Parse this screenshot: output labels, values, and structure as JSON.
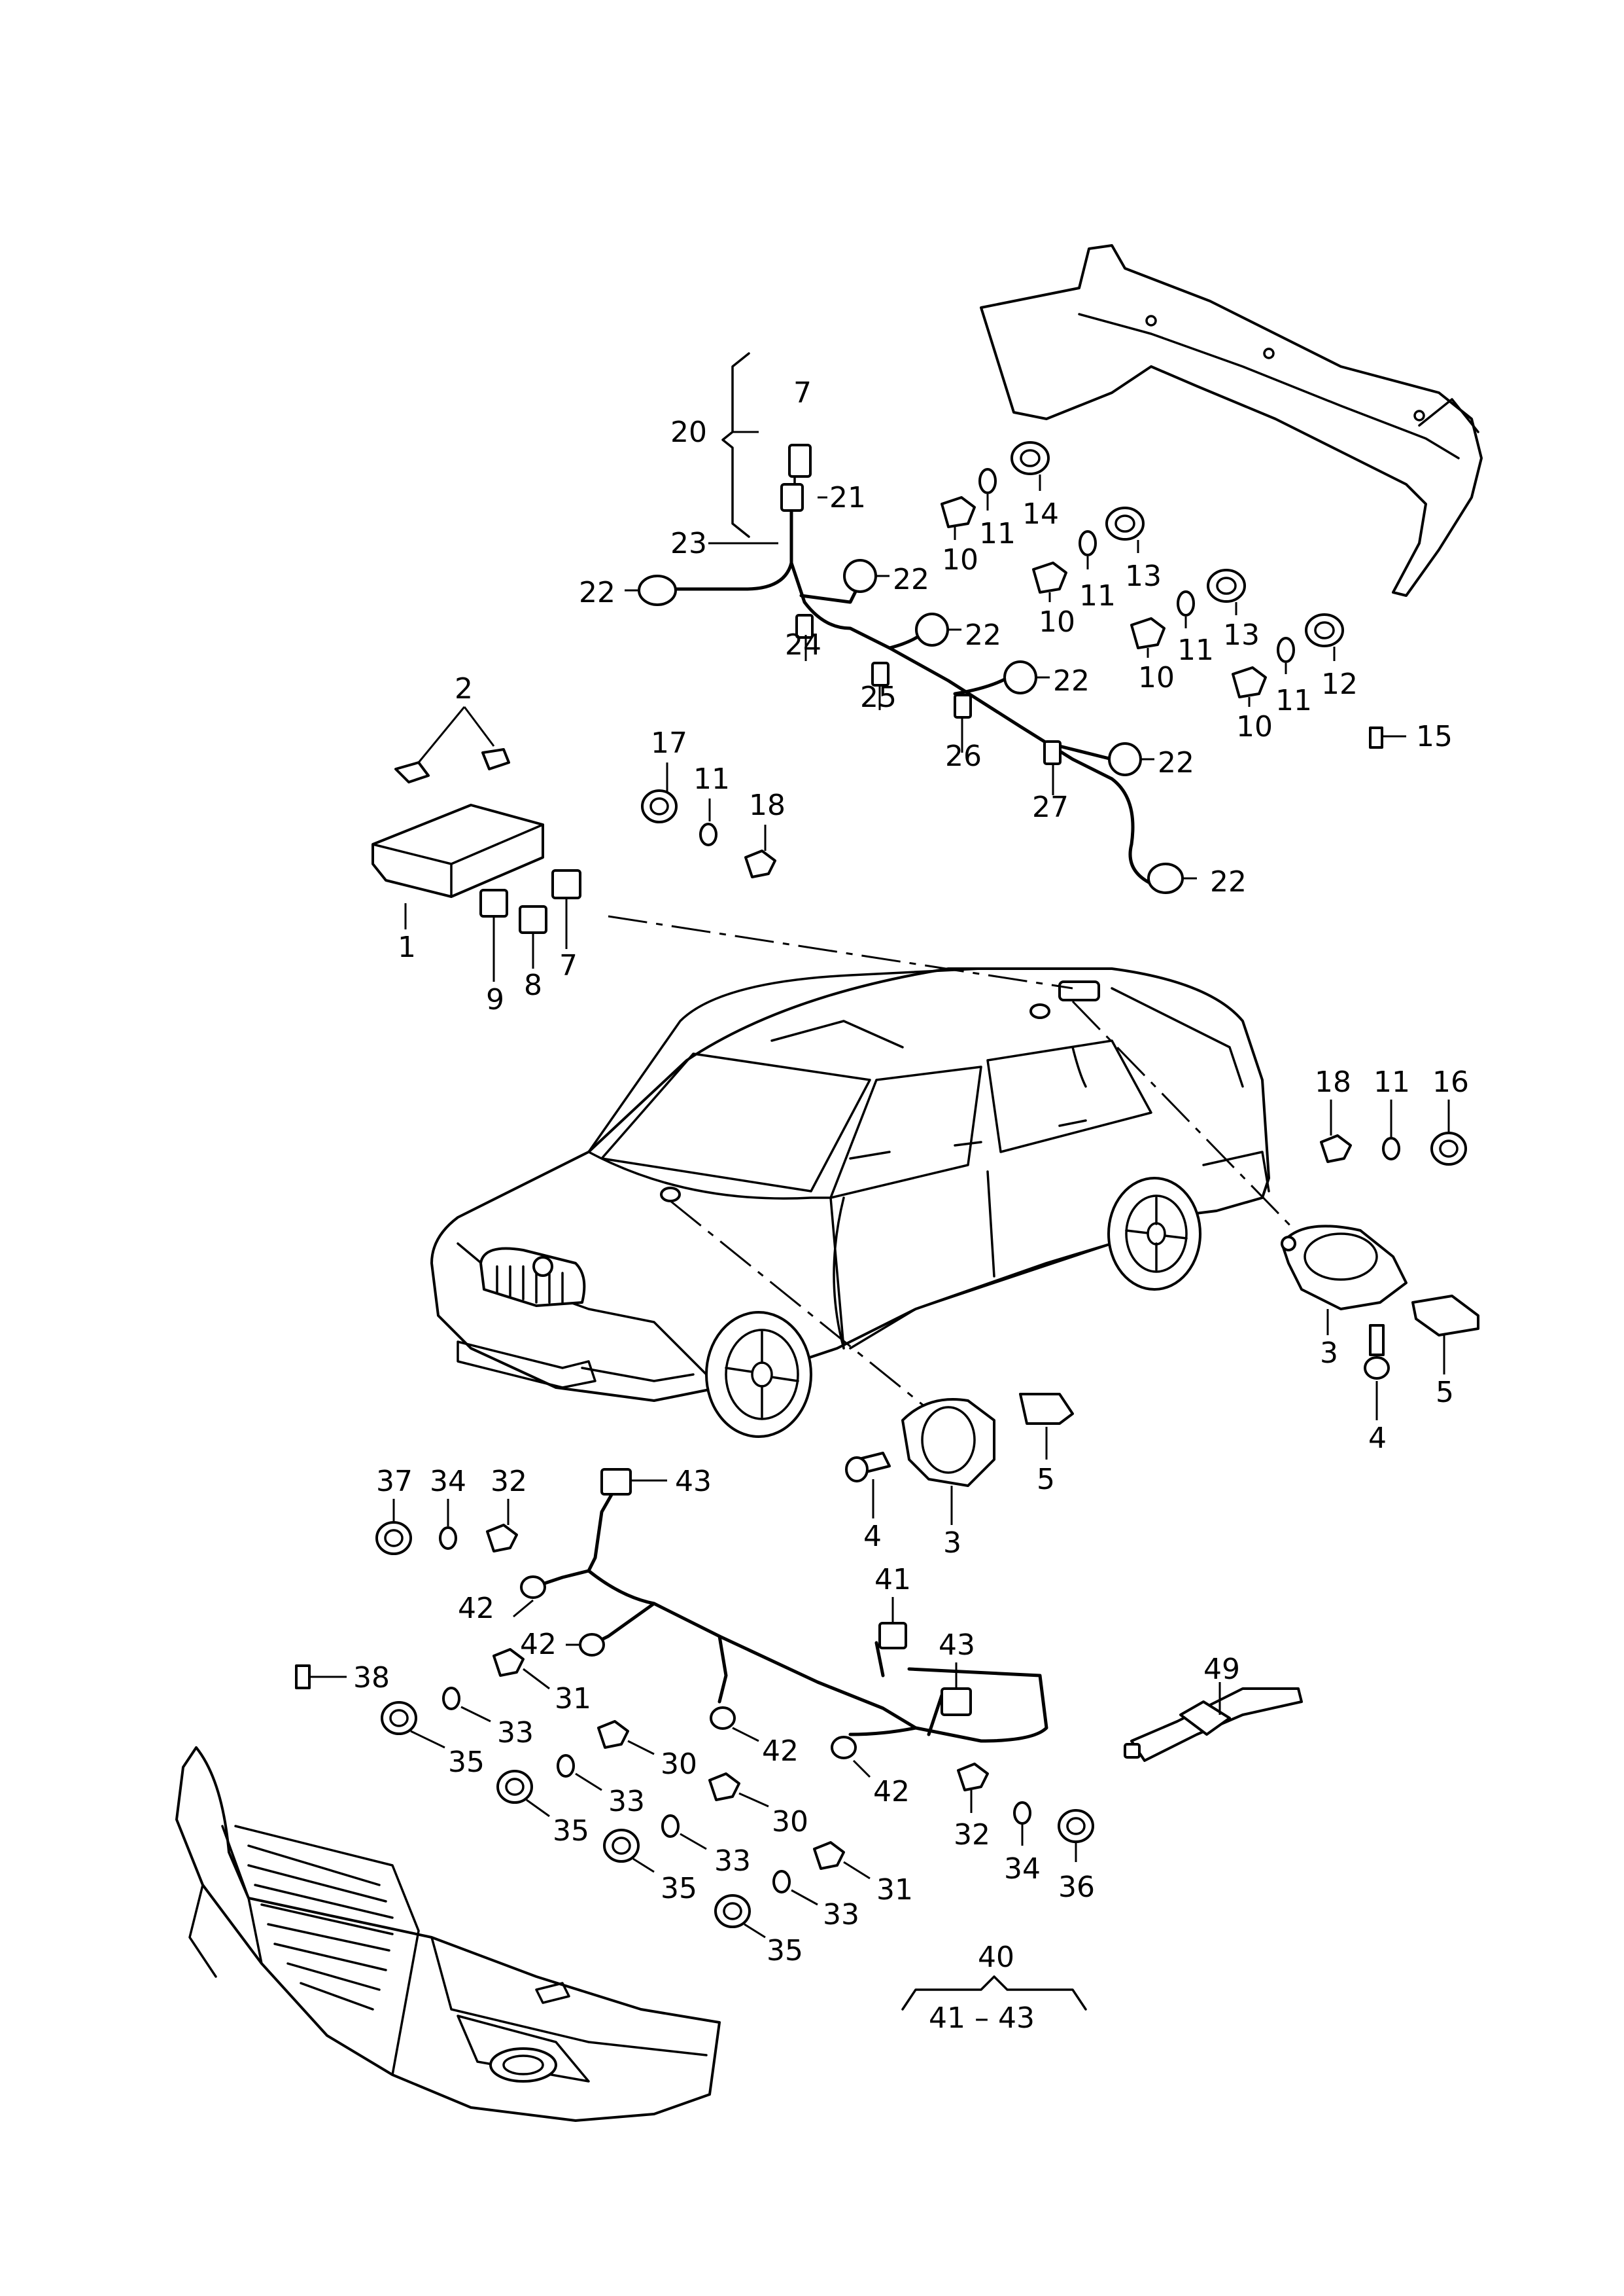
{
  "diagram": {
    "type": "exploded parts diagram",
    "labels": [
      {
        "id": "l20",
        "text": "20"
      },
      {
        "id": "l7a",
        "text": "7"
      },
      {
        "id": "l21",
        "text": "21"
      },
      {
        "id": "l23",
        "text": "23"
      },
      {
        "id": "l22a",
        "text": "22"
      },
      {
        "id": "l22b",
        "text": "22"
      },
      {
        "id": "l24",
        "text": "24"
      },
      {
        "id": "l22c",
        "text": "22"
      },
      {
        "id": "l25",
        "text": "25"
      },
      {
        "id": "l22d",
        "text": "22"
      },
      {
        "id": "l26",
        "text": "26"
      },
      {
        "id": "l22e",
        "text": "22"
      },
      {
        "id": "l27",
        "text": "27"
      },
      {
        "id": "l22f",
        "text": "22"
      },
      {
        "id": "l10a",
        "text": "10"
      },
      {
        "id": "l11a",
        "text": "11"
      },
      {
        "id": "l14",
        "text": "14"
      },
      {
        "id": "l10b",
        "text": "10"
      },
      {
        "id": "l11b",
        "text": "11"
      },
      {
        "id": "l13a",
        "text": "13"
      },
      {
        "id": "l10c",
        "text": "10"
      },
      {
        "id": "l11c",
        "text": "11"
      },
      {
        "id": "l13b",
        "text": "13"
      },
      {
        "id": "l10d",
        "text": "10"
      },
      {
        "id": "l11d",
        "text": "11"
      },
      {
        "id": "l12",
        "text": "12"
      },
      {
        "id": "l15",
        "text": "15"
      },
      {
        "id": "l2",
        "text": "2"
      },
      {
        "id": "l1",
        "text": "1"
      },
      {
        "id": "l9",
        "text": "9"
      },
      {
        "id": "l8",
        "text": "8"
      },
      {
        "id": "l7b",
        "text": "7"
      },
      {
        "id": "l17",
        "text": "17"
      },
      {
        "id": "l11e",
        "text": "11"
      },
      {
        "id": "l18a",
        "text": "18"
      },
      {
        "id": "l18b",
        "text": "18"
      },
      {
        "id": "l11f",
        "text": "11"
      },
      {
        "id": "l16",
        "text": "16"
      },
      {
        "id": "l3a",
        "text": "3"
      },
      {
        "id": "l5a",
        "text": "5"
      },
      {
        "id": "l4a",
        "text": "4"
      },
      {
        "id": "l5b",
        "text": "5"
      },
      {
        "id": "l4b",
        "text": "4"
      },
      {
        "id": "l3b",
        "text": "3"
      },
      {
        "id": "l37",
        "text": "37"
      },
      {
        "id": "l34a",
        "text": "34"
      },
      {
        "id": "l32a",
        "text": "32"
      },
      {
        "id": "l43a",
        "text": "43"
      },
      {
        "id": "l42a",
        "text": "42"
      },
      {
        "id": "l42b",
        "text": "42"
      },
      {
        "id": "l41",
        "text": "41"
      },
      {
        "id": "l43b",
        "text": "43"
      },
      {
        "id": "l38",
        "text": "38"
      },
      {
        "id": "l31a",
        "text": "31"
      },
      {
        "id": "l33a",
        "text": "33"
      },
      {
        "id": "l35a",
        "text": "35"
      },
      {
        "id": "l30a",
        "text": "30"
      },
      {
        "id": "l42c",
        "text": "42"
      },
      {
        "id": "l33b",
        "text": "33"
      },
      {
        "id": "l35b",
        "text": "35"
      },
      {
        "id": "l30b",
        "text": "30"
      },
      {
        "id": "l42d",
        "text": "42"
      },
      {
        "id": "l33c",
        "text": "33"
      },
      {
        "id": "l35c",
        "text": "35"
      },
      {
        "id": "l31b",
        "text": "31"
      },
      {
        "id": "l33d",
        "text": "33"
      },
      {
        "id": "l35d",
        "text": "35"
      },
      {
        "id": "l32b",
        "text": "32"
      },
      {
        "id": "l34b",
        "text": "34"
      },
      {
        "id": "l36",
        "text": "36"
      },
      {
        "id": "l49",
        "text": "49"
      },
      {
        "id": "l40",
        "text": "40"
      },
      {
        "id": "l4143",
        "text": "41 – 43"
      }
    ]
  }
}
